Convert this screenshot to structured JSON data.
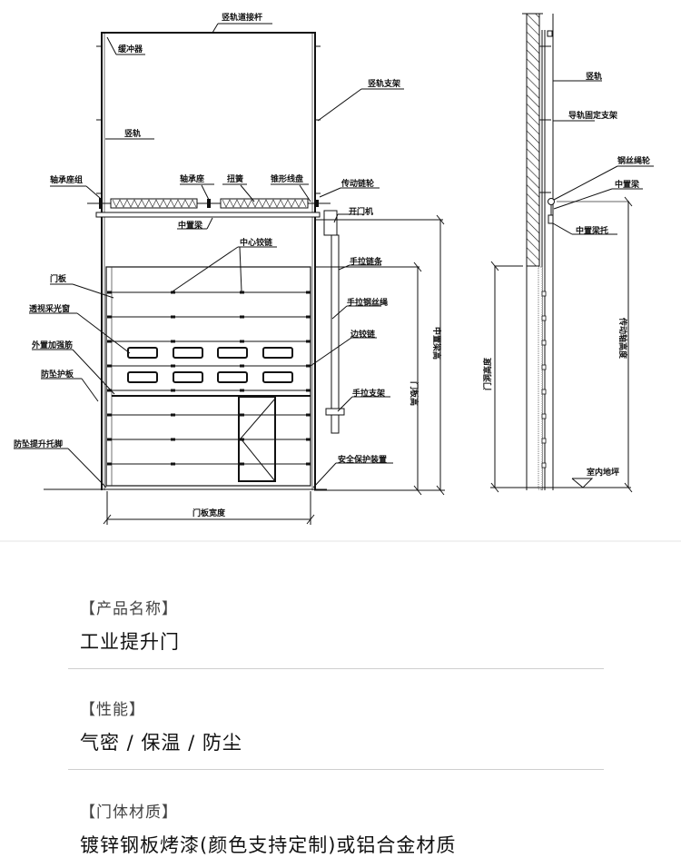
{
  "drawing": {
    "title": "工业提升门结构图",
    "front_labels": {
      "rail_connector": "竖轨道接杆",
      "buffer": "缓冲器",
      "rail_bracket": "竖轨支架",
      "vertical_rail": "竖轨",
      "bearing_block_set": "轴承座组",
      "bearing_block": "轴承座",
      "torsion_spring": "扭簧",
      "cone_drum": "锥形线盘",
      "drive_sprocket": "传动链轮",
      "middle_beam": "中置梁",
      "door_opener": "开门机",
      "center_hinge": "中心铰链",
      "hand_chain": "手拉链条",
      "door_panel": "门板",
      "hand_wire_rope": "手拉钢丝绳",
      "vision_window": "透视采光窗",
      "side_hinge": "边铰链",
      "external_rib": "外置加强筋",
      "anti_fall_plate": "防坠护板",
      "hand_bracket": "手拉支架",
      "anti_fall_foot": "防坠提升托脚",
      "safety_device": "安全保护装置",
      "panel_width": "门板宽度",
      "panel_height": "门板高",
      "beam_height": "中置梁高"
    },
    "side_labels": {
      "vertical_rail": "竖轨",
      "guide_bracket": "导轨固定支架",
      "rope_pulley": "钢丝绳轮",
      "middle_beam": "中置梁",
      "beam_support": "中置梁托",
      "opening_height": "门洞高度",
      "drive_shaft_height": "传动轴高度",
      "indoor_floor": "室内地坪"
    }
  },
  "specs": [
    {
      "label": "【产品名称】",
      "value": "工业提升门"
    },
    {
      "label": "【性能】",
      "value": "气密 / 保温 / 防尘"
    },
    {
      "label": "【门体材质】",
      "value": "镀锌钢板烤漆(颜色支持定制)或铝合金材质"
    }
  ]
}
